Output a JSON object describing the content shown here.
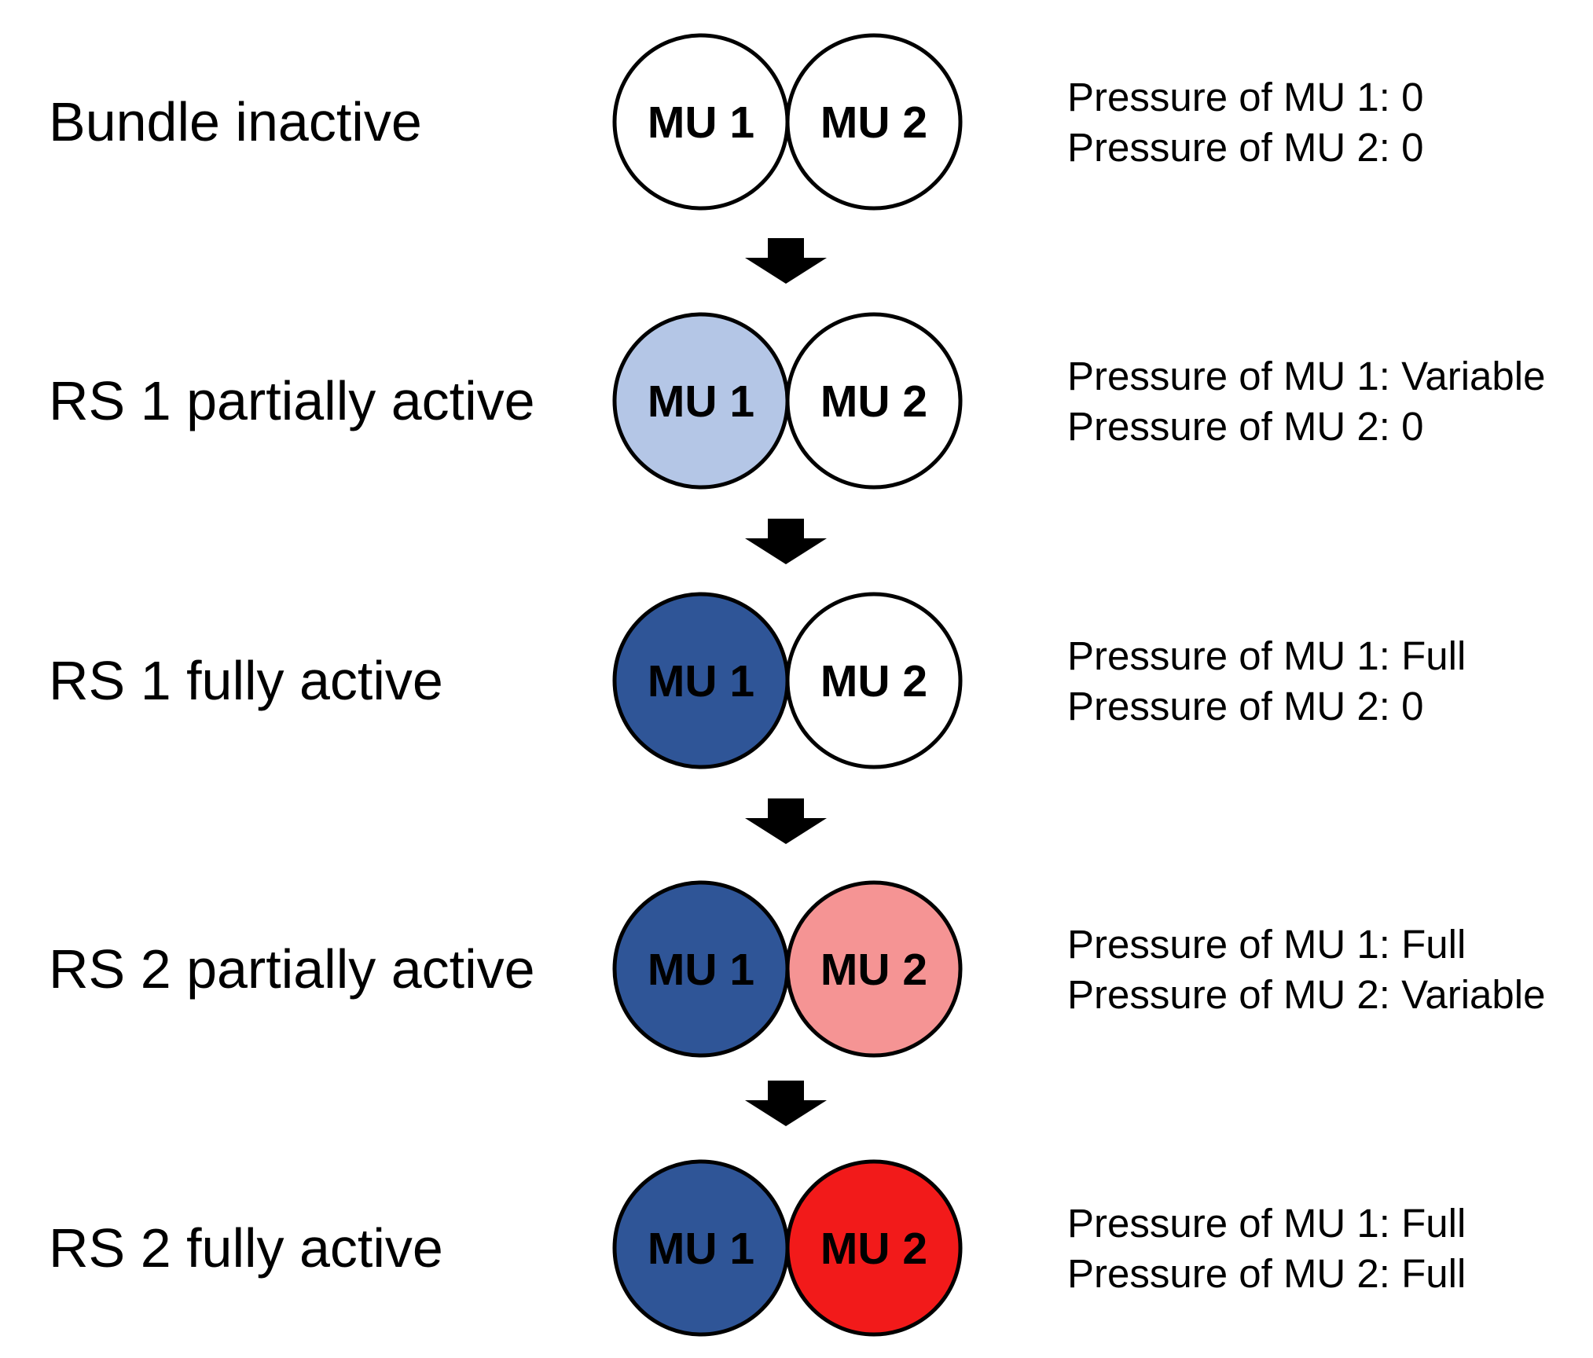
{
  "stages": [
    {
      "label": "Bundle inactive",
      "mu1": {
        "text": "MU 1",
        "fill": "#ffffff"
      },
      "mu2": {
        "text": "MU 2",
        "fill": "#ffffff"
      },
      "pressure_lines": [
        "Pressure of MU 1: 0",
        "Pressure of MU 2: 0"
      ]
    },
    {
      "label": "RS 1 partially active",
      "mu1": {
        "text": "MU 1",
        "fill": "#b4c6e6"
      },
      "mu2": {
        "text": "MU 2",
        "fill": "#ffffff"
      },
      "pressure_lines": [
        "Pressure of MU 1: Variable",
        "Pressure of MU 2: 0"
      ]
    },
    {
      "label": "RS 1 fully active",
      "mu1": {
        "text": "MU 1",
        "fill": "#2f5597"
      },
      "mu2": {
        "text": "MU 2",
        "fill": "#ffffff"
      },
      "pressure_lines": [
        "Pressure of MU 1: Full",
        "Pressure of MU 2: 0"
      ]
    },
    {
      "label": "RS 2 partially active",
      "mu1": {
        "text": "MU 1",
        "fill": "#2f5597"
      },
      "mu2": {
        "text": "MU 2",
        "fill": "#f59494"
      },
      "pressure_lines": [
        "Pressure of MU 1: Full",
        "Pressure of MU 2: Variable"
      ]
    },
    {
      "label": "RS 2 fully active",
      "mu1": {
        "text": "MU 1",
        "fill": "#2f5597"
      },
      "mu2": {
        "text": "MU 2",
        "fill": "#f21a1a"
      },
      "pressure_lines": [
        "Pressure of MU 1: Full",
        "Pressure of MU 2: Full"
      ]
    }
  ],
  "arrow_color": "#000000",
  "arrow_icon": "down-arrow-icon"
}
